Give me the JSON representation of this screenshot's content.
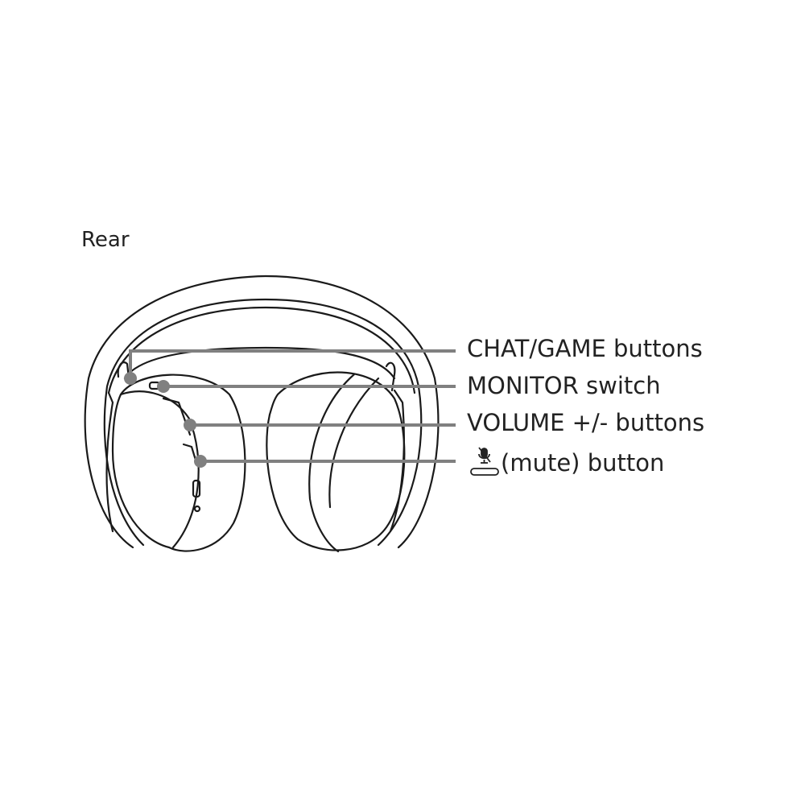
{
  "view_label": "Rear",
  "callouts": [
    {
      "label": "CHAT/GAME buttons"
    },
    {
      "label": "MONITOR switch"
    },
    {
      "label": "VOLUME +/- buttons"
    },
    {
      "label": "(mute) button",
      "icon": "mute-mic-icon"
    }
  ],
  "colors": {
    "line": "#1a1a1a",
    "callout": "#808080"
  }
}
